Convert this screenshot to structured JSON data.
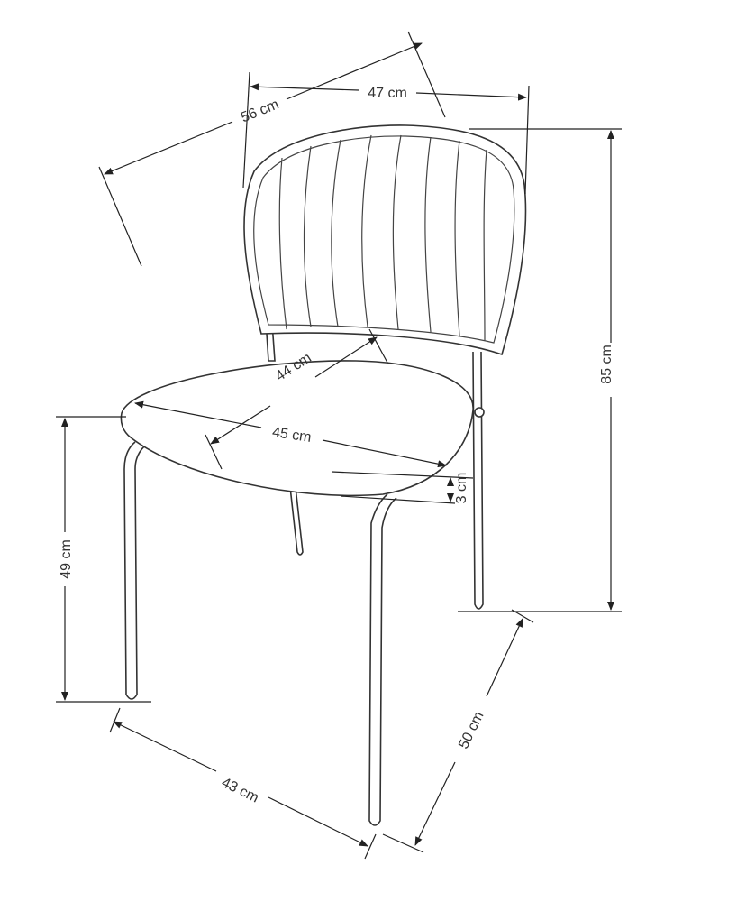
{
  "diagram": {
    "subject": "chair-dimensions",
    "labels": {
      "width_back": "47 cm",
      "depth_total": "56 cm",
      "height_total": "85 cm",
      "seat_depth": "44 cm",
      "seat_width": "45 cm",
      "seat_thickness": "3 cm",
      "seat_height": "49 cm",
      "leg_span_front": "43 cm",
      "leg_span_side": "50 cm"
    }
  }
}
